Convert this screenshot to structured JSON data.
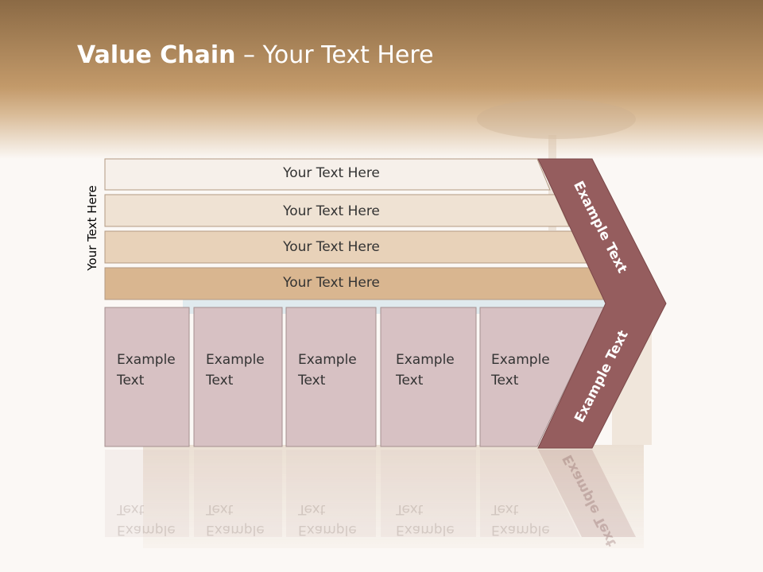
{
  "slide": {
    "title_bold": "Value Chain",
    "title_rest": " – Your Text Here",
    "side_label": "Your Text Here"
  },
  "rows": [
    {
      "label": "Your Text Here"
    },
    {
      "label": "Your Text Here"
    },
    {
      "label": "Your Text Here"
    },
    {
      "label": "Your Text Here"
    }
  ],
  "boxes": [
    {
      "line1": "Example",
      "line2": "Text"
    },
    {
      "line1": "Example",
      "line2": "Text"
    },
    {
      "line1": "Example",
      "line2": "Text"
    },
    {
      "line1": "Example",
      "line2": "Text"
    },
    {
      "line1": "Example",
      "line2": "Text"
    }
  ],
  "chevron": {
    "upper_text": "Example Text",
    "lower_text": "Example Text"
  },
  "colors": {
    "header_top": "#8b6a45",
    "header_mid": "#c39a6a",
    "row1": "#f6f0ea",
    "row2": "#efe2d3",
    "row3": "#e8d2b9",
    "row4": "#d9b690",
    "box": "#d7c1c3",
    "chevron": "#955d5e"
  }
}
